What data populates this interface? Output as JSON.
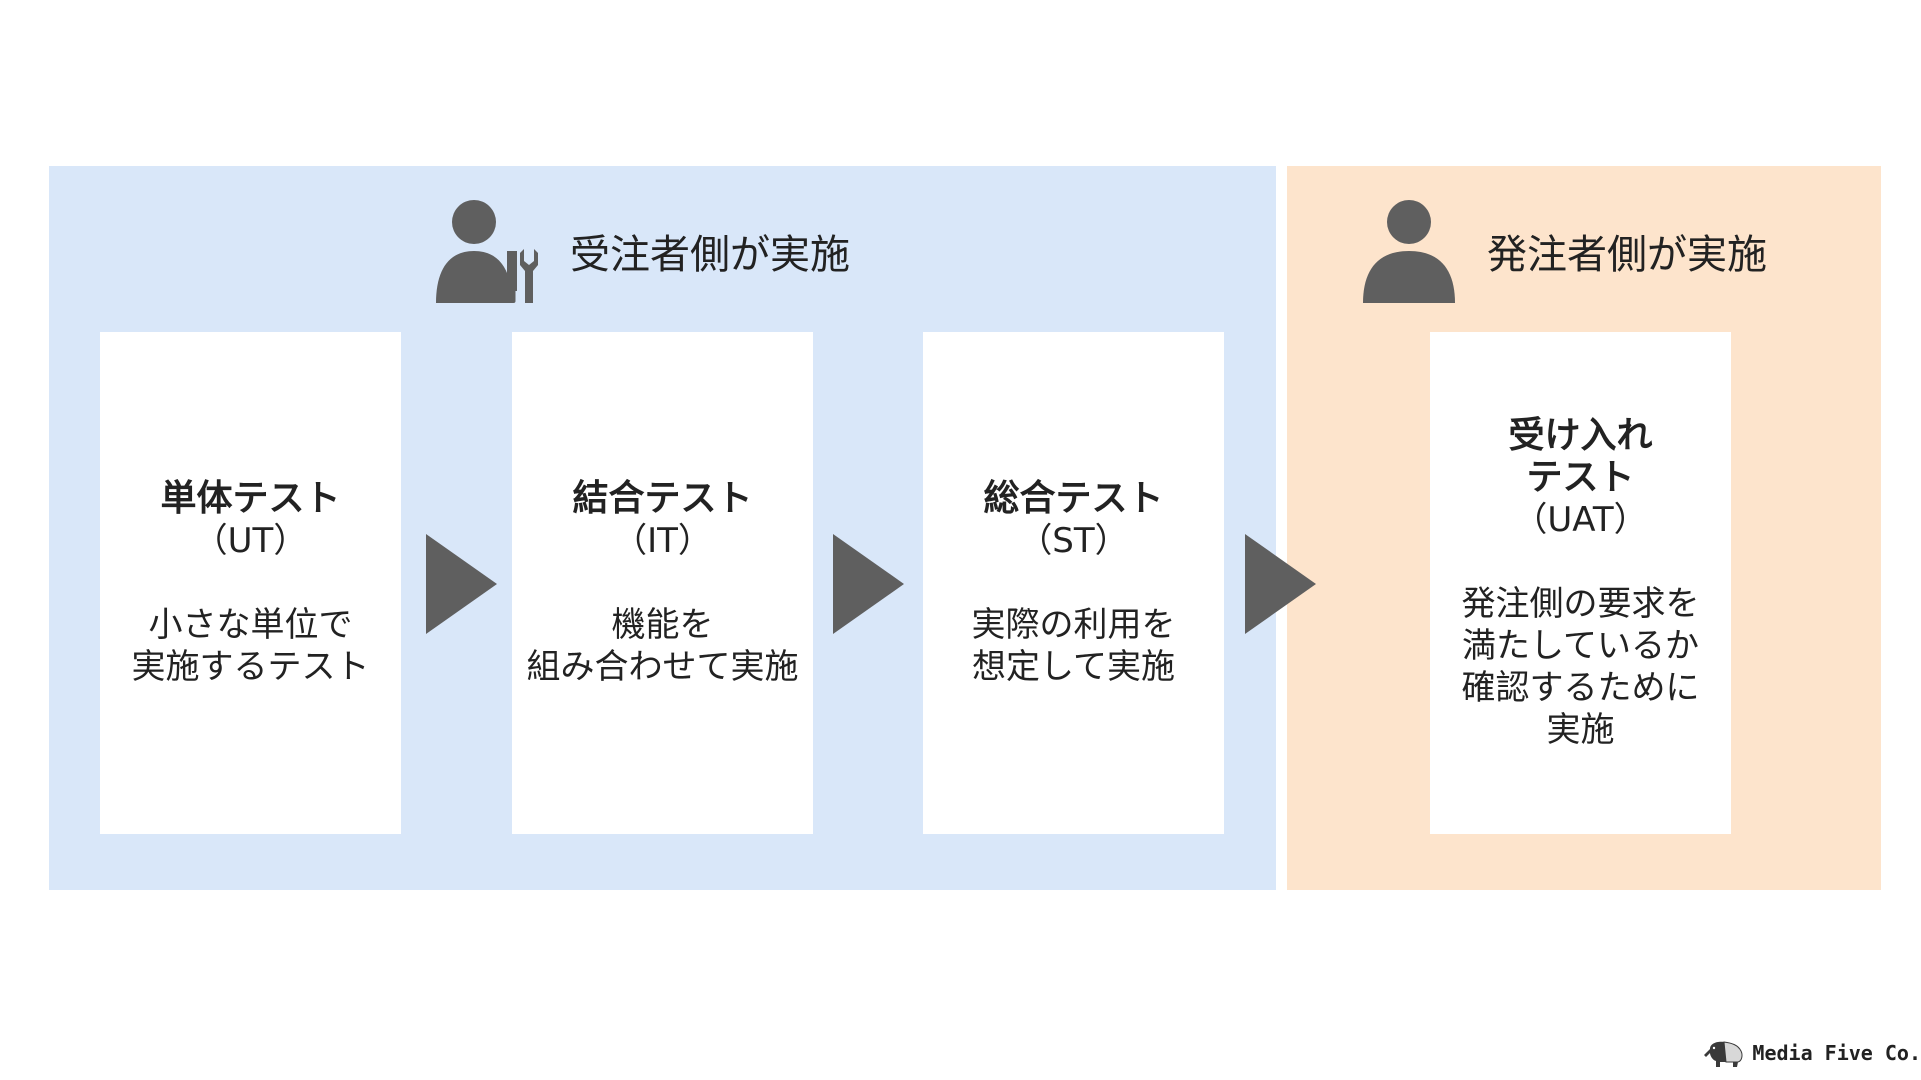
{
  "vendor_side": {
    "label": "受注者側が実施"
  },
  "client_side": {
    "label": "発注者側が実施"
  },
  "cards": [
    {
      "title": "単体テスト",
      "abbr": "（UT）",
      "desc": "小さな単位で\n実施するテスト"
    },
    {
      "title": "結合テスト",
      "abbr": "（IT）",
      "desc": "機能を\n組み合わせて実施"
    },
    {
      "title": "総合テスト",
      "abbr": "（ST）",
      "desc": "実際の利用を\n想定して実施"
    },
    {
      "title": "受け入れ\nテスト",
      "abbr": "（UAT）",
      "desc": "発注側の要求を\n満たしているか\n確認するために\n実施"
    }
  ],
  "logo": {
    "text": "Media Five Co."
  },
  "icons": {
    "vendor": "person-with-tools-icon",
    "client": "person-icon",
    "arrow": "arrow-right-icon",
    "logo": "tapir-logo-icon"
  },
  "colors": {
    "vendor_bg": "#d9e7f9",
    "client_bg": "#fde4cc",
    "icon": "#5f5f5f"
  }
}
